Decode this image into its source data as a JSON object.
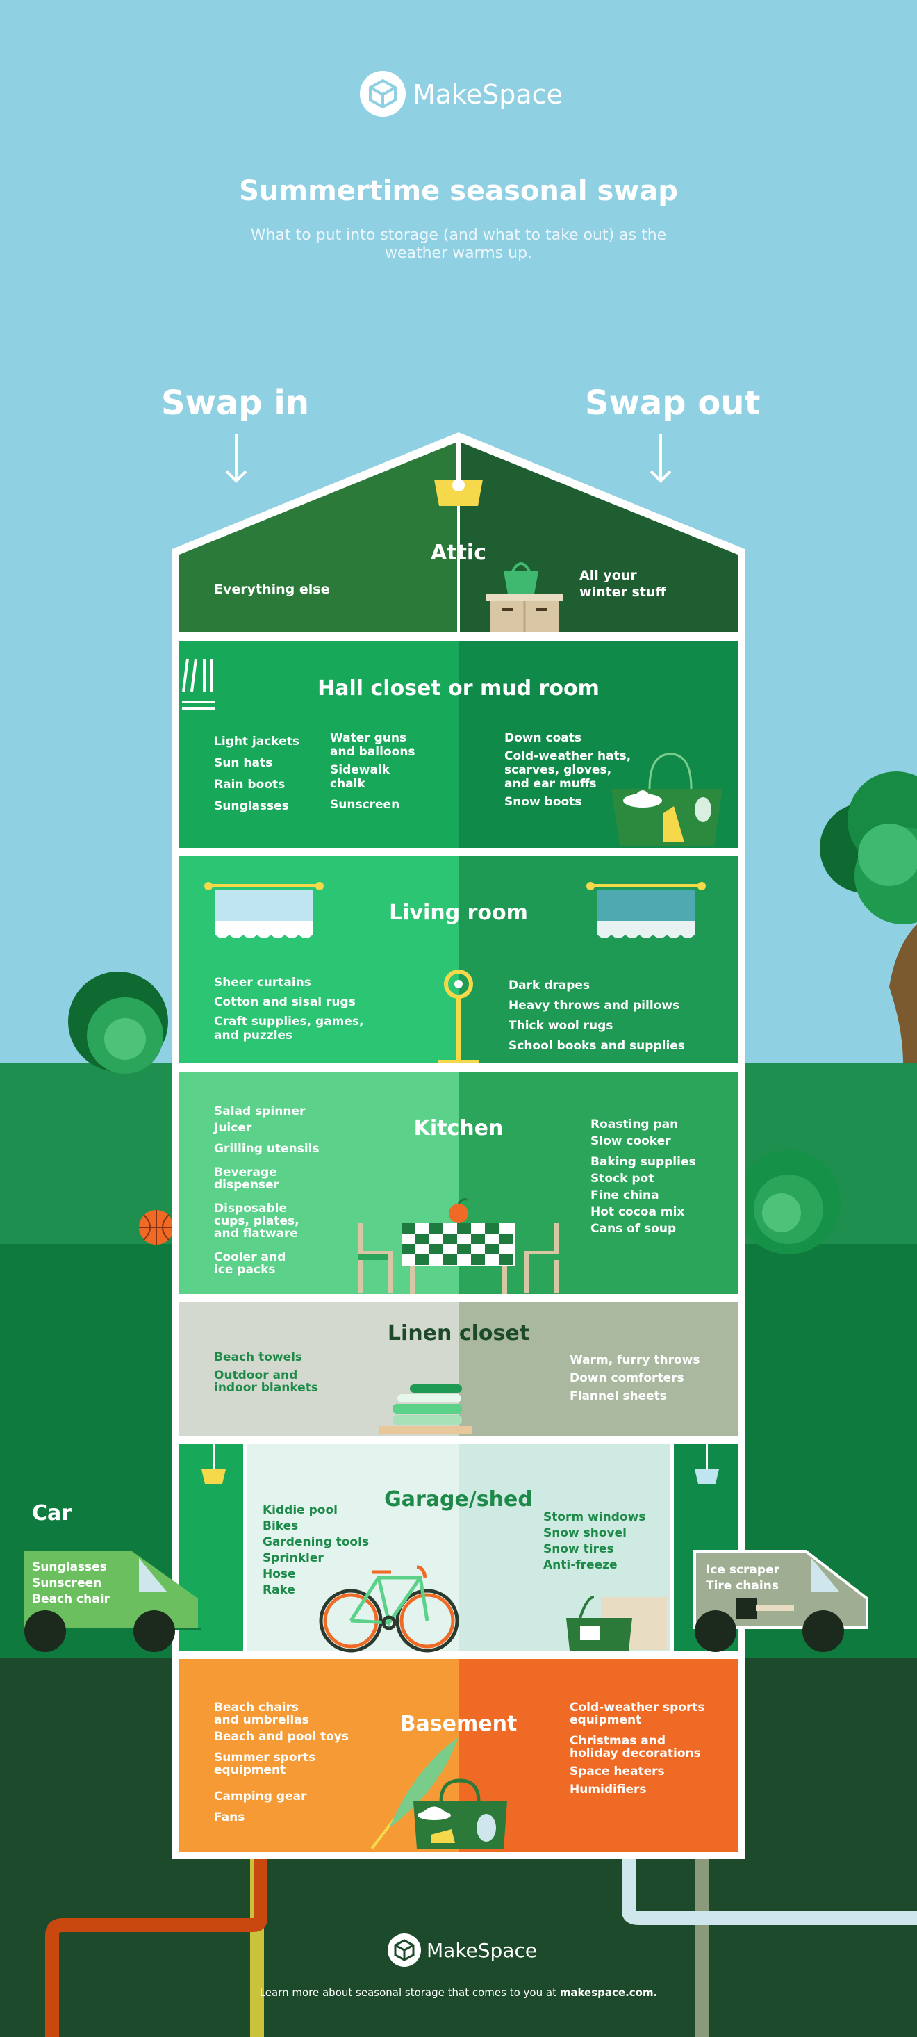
{
  "brand": {
    "name": "MakeSpace",
    "logo_icon": "cube-icon"
  },
  "header": {
    "title": "Summertime seasonal swap",
    "subtitle": "What to put into storage (and what to take out) as the weather warms up."
  },
  "columns": {
    "swap_in": "Swap in",
    "swap_out": "Swap out"
  },
  "rooms": {
    "attic": {
      "name": "Attic",
      "in": [
        "Everything else"
      ],
      "out": [
        "All your",
        "winter stuff"
      ]
    },
    "hall_closet": {
      "name": "Hall closet or mud room",
      "in_col1": [
        "Light jackets",
        "Sun hats",
        "Rain boots",
        "Sunglasses"
      ],
      "in_col2": [
        "Water guns",
        "and balloons",
        "Sidewalk",
        "chalk",
        "Sunscreen"
      ],
      "out": [
        "Down coats",
        "Cold-weather hats,",
        "scarves, gloves,",
        "and ear muffs",
        "Snow boots"
      ]
    },
    "living_room": {
      "name": "Living room",
      "in": [
        "Sheer curtains",
        "Cotton and sisal rugs",
        "Craft supplies, games,",
        "and puzzles"
      ],
      "out": [
        "Dark drapes",
        "Heavy throws and pillows",
        "Thick wool rugs",
        "School books and supplies"
      ]
    },
    "kitchen": {
      "name": "Kitchen",
      "in": [
        "Salad spinner",
        "Juicer",
        "Grilling utensils",
        "Beverage",
        "dispenser",
        "Disposable",
        "cups, plates,",
        "and flatware",
        "Cooler and",
        "ice packs"
      ],
      "out": [
        "Roasting pan",
        "Slow cooker",
        "Baking supplies",
        "Stock pot",
        "Fine china",
        "Hot cocoa mix",
        "Cans of soup"
      ]
    },
    "linen_closet": {
      "name": "Linen closet",
      "in": [
        "Beach towels",
        "Outdoor and",
        "indoor blankets"
      ],
      "out": [
        "Warm, furry throws",
        "Down comforters",
        "Flannel sheets"
      ]
    },
    "garage": {
      "name": "Garage/shed",
      "in": [
        "Kiddie pool",
        "Bikes",
        "Gardening tools",
        "Sprinkler",
        "Hose",
        "Rake"
      ],
      "out": [
        "Storm windows",
        "Snow shovel",
        "Snow tires",
        "Anti-freeze"
      ]
    },
    "car": {
      "name": "Car",
      "in": [
        "Sunglasses",
        "Sunscreen",
        "Beach chair"
      ],
      "out": [
        "Ice scraper",
        "Tire chains"
      ]
    },
    "basement": {
      "name": "Basement",
      "in": [
        "Beach chairs",
        "and umbrellas",
        "Beach and pool toys",
        "Summer sports",
        "equipment",
        "Camping gear",
        "Fans"
      ],
      "out": [
        "Cold-weather sports",
        "equipment",
        "Christmas and",
        "holiday decorations",
        "Space heaters",
        "Humidifiers"
      ]
    }
  },
  "footer": {
    "text": "Learn more about seasonal storage that comes to you at ",
    "link": "makespace.com."
  },
  "colors": {
    "sky": "#8fd0e3",
    "lawn": "#1e8f4e",
    "dark_lawn": "#0f7a3e",
    "soil": "#1c4a2a",
    "attic_left": "#2b7a3a",
    "attic_right": "#1f5e30",
    "basement_left": "#f59a35",
    "basement_right": "#ef6b25"
  }
}
